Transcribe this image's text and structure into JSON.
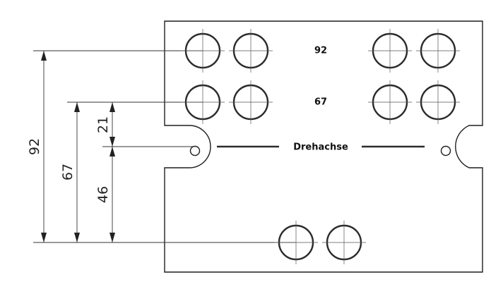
{
  "dimensions": {
    "total_92": "92",
    "total_67": "67",
    "upper_21": "21",
    "lower_46": "46"
  },
  "plate_labels": {
    "row_top": "92",
    "row_second": "67"
  },
  "axis_label": "Drehachse"
}
